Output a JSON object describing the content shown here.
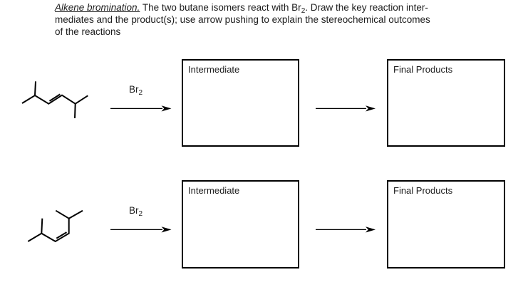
{
  "palette": {
    "background": "#ffffff",
    "ink": "#000000",
    "text": "#1c1c1c"
  },
  "prompt": {
    "lead": "Alkene bromination.",
    "line1_seg1": " The two butane isomers react with Br",
    "line1_subscript": "2",
    "line1_seg2": ". Draw the key reaction inter-",
    "line2": "mediates and the product(s); use arrow pushing to explain the stereochemical outcomes",
    "line3": "of the reactions"
  },
  "reactions": [
    {
      "structure_name": "trans-alkene-skeletal-structure",
      "reagent": "Br",
      "reagent_subscript": "2",
      "intermediate_label": "Intermediate",
      "final_label": "Final Products"
    },
    {
      "structure_name": "cis-alkene-skeletal-structure",
      "reagent": "Br",
      "reagent_subscript": "2",
      "intermediate_label": "Intermediate",
      "final_label": "Final Products"
    }
  ]
}
